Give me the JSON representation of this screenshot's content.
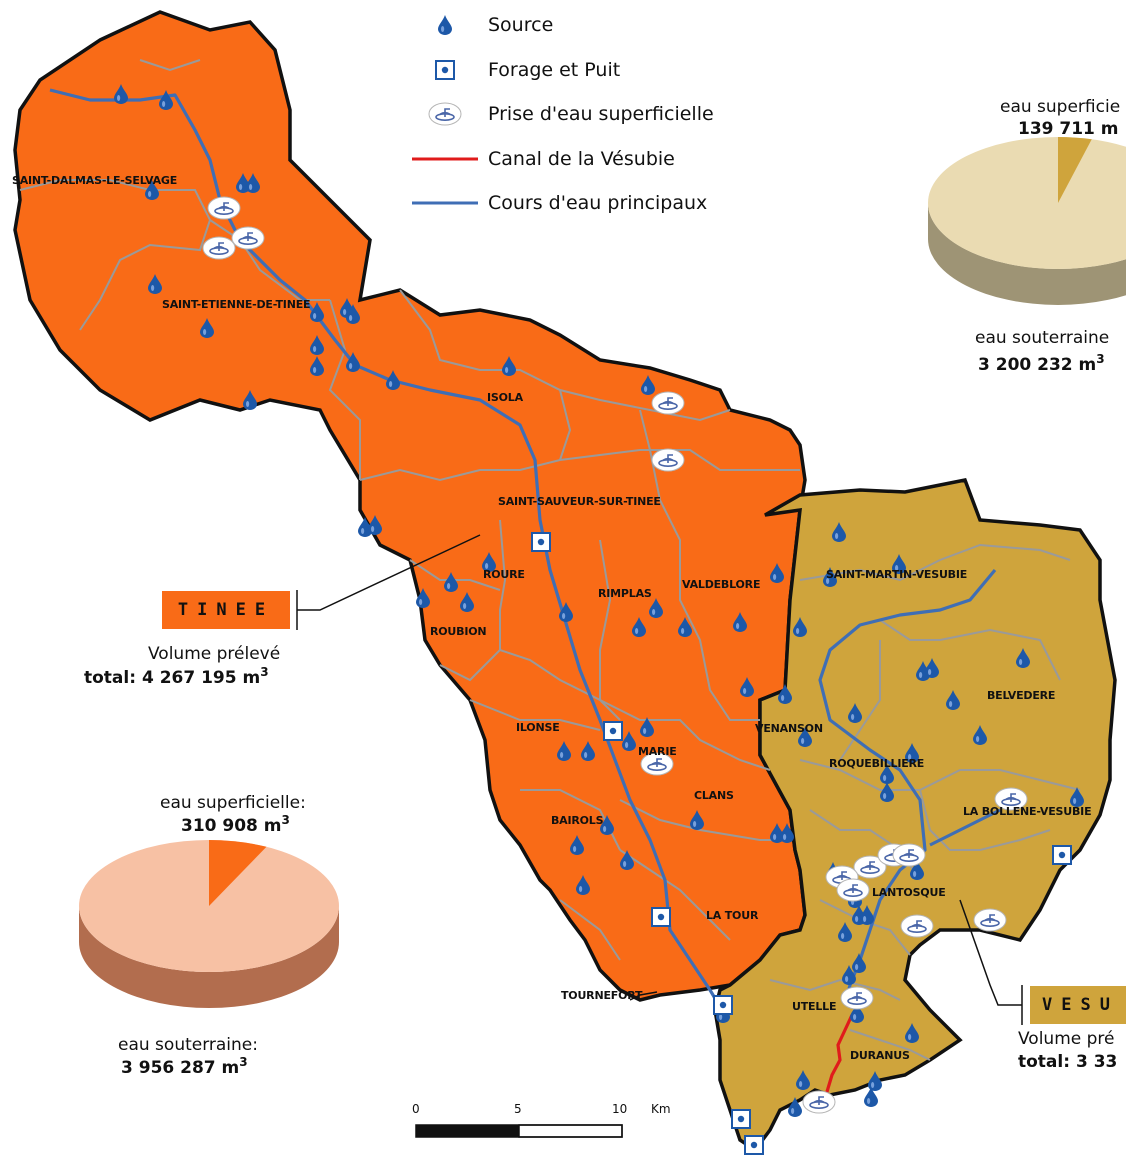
{
  "legend": {
    "source": "Source",
    "forage": "Forage et Puit",
    "prise": "Prise d'eau superficielle",
    "canal": "Canal de la Vésubie",
    "cours": "Cours d'eau principaux"
  },
  "colors": {
    "tinee": "#f96b17",
    "vesubie": "#cfa43c",
    "river": "#3f6eb5",
    "canal": "#e01b1b",
    "source_drop": "#1d58a8",
    "commune_border": "#9a9a9a",
    "tinee_pie_base": "#f7c1a4",
    "vesubie_pie_base": "#eadbb2"
  },
  "communes": {
    "saint_dalmas": "SAINT-DALMAS-LE-SELVAGE",
    "saint_etienne": "SAINT-ETIENNE-DE-TINEE",
    "isola": "ISOLA",
    "saint_sauveur": "SAINT-SAUVEUR-SUR-TINEE",
    "roure": "ROURE",
    "rimplas": "RIMPLAS",
    "valdeblore": "VALDEBLORE",
    "roubion": "ROUBION",
    "ilonse": "ILONSE",
    "marie": "MARIE",
    "clans": "CLANS",
    "bairols": "BAIROLS",
    "la_tour": "LA TOUR",
    "tournefort": "TOURNEFORT",
    "saint_martin": "SAINT-MARTIN-VESUBIE",
    "venanson": "VENANSON",
    "belvedere": "BELVEDERE",
    "roquebilliere": "ROQUEBILLIERE",
    "la_bollene": "LA BOLLENE-VESUBIE",
    "lantosque": "LANTOSQUE",
    "utelle": "UTELLE",
    "duranus": "DURANUS"
  },
  "tinee": {
    "name": "TINEE",
    "volume_label": "Volume prélevé",
    "total": "total: 4 267 195 m",
    "total_exp": "3",
    "superficielle_label": "eau superficielle:",
    "superficielle_value": "310 908 m",
    "superficielle_exp": "3",
    "souterraine_label": "eau souterraine:",
    "souterraine_value": "3 956 287 m",
    "souterraine_exp": "3",
    "pie_fraction_superficielle": 0.0729
  },
  "vesubie": {
    "name": "VESU",
    "volume_label": "Volume pré",
    "total": "total: 3 33",
    "superficielle_label": "eau superficie",
    "superficielle_value": "139 711 m",
    "souterraine_label": "eau souterraine",
    "souterraine_value": "3 200 232 m",
    "souterraine_exp": "3",
    "pie_fraction_superficielle": 0.0418
  },
  "scale": {
    "ticks": [
      "0",
      "5",
      "10"
    ],
    "unit": "Km"
  }
}
